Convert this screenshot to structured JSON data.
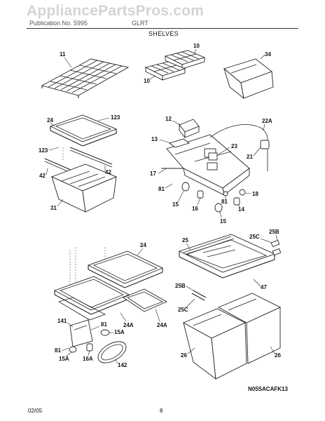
{
  "header": {
    "watermark": "AppliancePartsPros.com",
    "subtitle_left": "Publication No. 5995",
    "subtitle_right": "GLRT"
  },
  "section": {
    "title": "SHELVES"
  },
  "callouts": {
    "c11": "11",
    "c10a": "10",
    "c10b": "10",
    "c34": "34",
    "c24a": "24",
    "c123a": "123",
    "c123b": "123",
    "c42a": "42",
    "c42b": "42",
    "c31": "31",
    "c12": "12",
    "c22a": "22A",
    "c13": "13",
    "c23": "23",
    "c21": "21",
    "c17": "17",
    "c81a": "81",
    "c15a": "15",
    "c16a": "16",
    "c81b": "81",
    "c18": "18",
    "c14": "14",
    "c15b": "15",
    "c24b": "24",
    "c24c": "24A",
    "c24d": "24A",
    "c141": "141",
    "c81c": "81",
    "c15c": "15A",
    "c81d": "81",
    "c15d": "15A",
    "c16b": "16A",
    "c142": "142",
    "c25": "25",
    "c25c1": "25C",
    "c25b1": "25B",
    "c47": "47",
    "c25b2": "25B",
    "c25c2": "25C",
    "c26a": "26",
    "c26b": "26"
  },
  "reference_code": "N05SACAFK13",
  "footer": {
    "date": "02/05",
    "page": "8"
  }
}
